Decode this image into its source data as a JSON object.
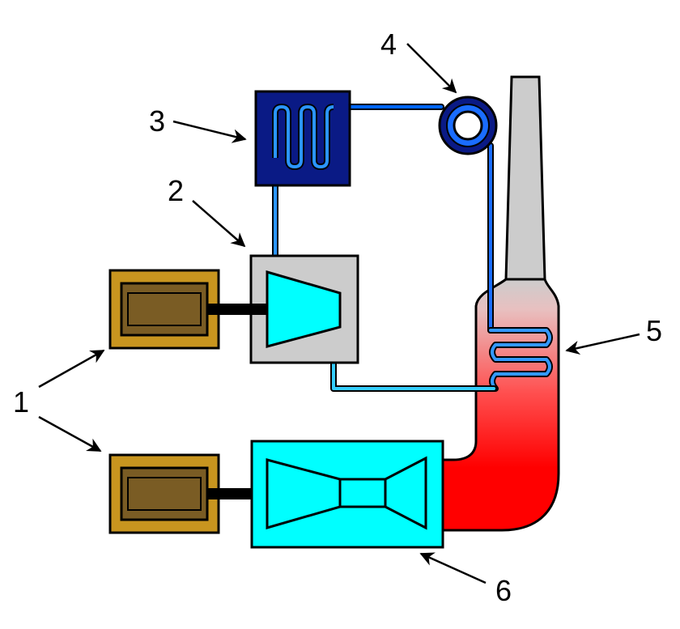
{
  "callouts": [
    {
      "id": "1",
      "text": "1"
    },
    {
      "id": "2",
      "text": "2"
    },
    {
      "id": "3",
      "text": "3"
    },
    {
      "id": "4",
      "text": "4"
    },
    {
      "id": "5",
      "text": "5"
    },
    {
      "id": "6",
      "text": "6"
    }
  ],
  "components": {
    "generator_upper": {
      "icon": "generator-icon"
    },
    "generator_lower": {
      "icon": "generator-icon"
    },
    "steam_turbine": {
      "icon": "steam-turbine-icon"
    },
    "condenser": {
      "icon": "condenser-icon"
    },
    "pump": {
      "icon": "pump-icon"
    },
    "heat_recovery_boiler": {
      "icon": "heat-recovery-steam-generator-icon"
    },
    "gas_turbine": {
      "icon": "gas-turbine-icon"
    },
    "stack": {
      "icon": "exhaust-stack-icon"
    }
  },
  "colors": {
    "generator_housing": "#c8951f",
    "generator_body": "#7a5c24",
    "steam_turbine_housing": "#cccccc",
    "turbine_body": "#00ffff",
    "condenser": "#0a1a85",
    "cold_water_pipe": "#0055ff",
    "steam_pipe": "#2b95ff",
    "return_pipe": "#33ccff",
    "exhaust_hot": "#ff0000",
    "stack": "#cccccc",
    "shaft": "#000000"
  }
}
